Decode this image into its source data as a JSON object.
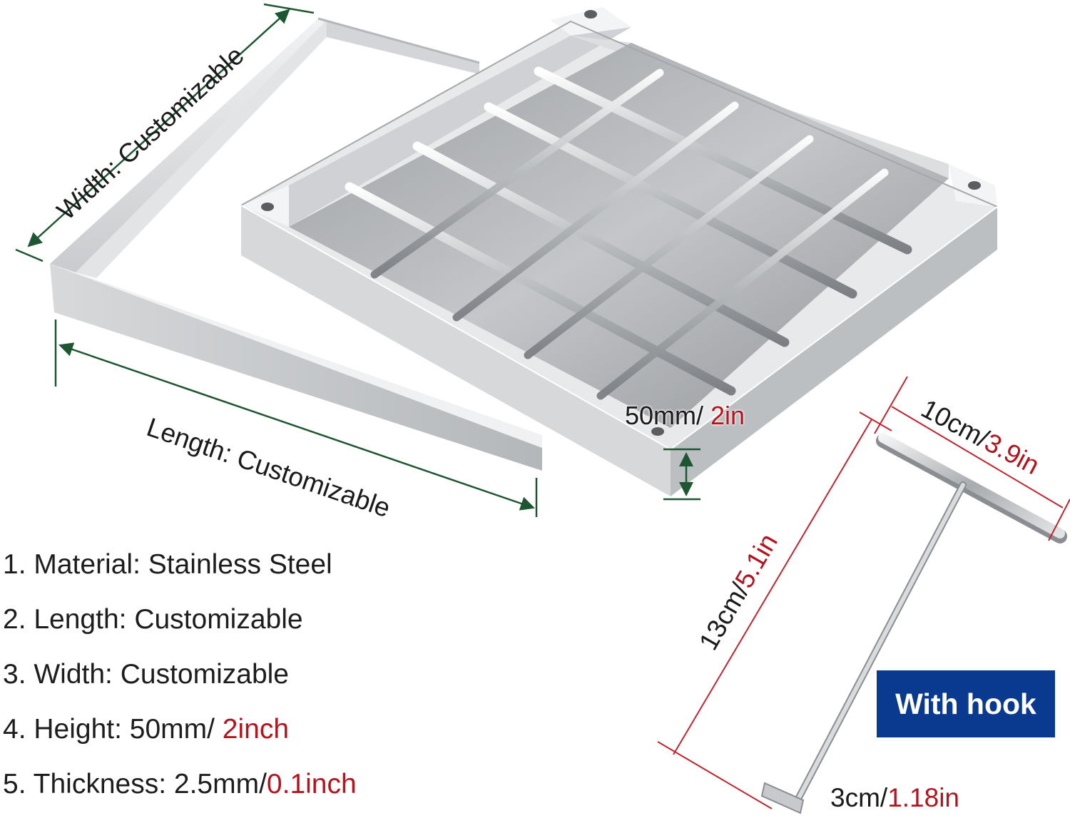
{
  "dimensions": {
    "width_label": "Width: Customizable",
    "length_label": "Length: Customizable",
    "height_label": {
      "metric": "50mm/ ",
      "imperial": "2in"
    },
    "handle_width": {
      "metric": "10cm/",
      "imperial": "3.9in"
    },
    "handle_length": {
      "metric": "13cm/",
      "imperial": "5.1in"
    },
    "hook_size": {
      "metric": "3cm/",
      "imperial": "1.18in"
    }
  },
  "specs": [
    {
      "text": "1. Material: Stainless Steel",
      "accent": ""
    },
    {
      "text": "2. Length: Customizable",
      "accent": ""
    },
    {
      "text": "3. Width: Customizable",
      "accent": ""
    },
    {
      "text": "4. Height: 50mm/ ",
      "accent": "2inch"
    },
    {
      "text": "5. Thickness: 2.5mm/",
      "accent": "0.1inch"
    }
  ],
  "badge": {
    "label": "With hook"
  },
  "colors": {
    "accent_red": "#b5141e",
    "dimension_green": "#1e5631",
    "badge_blue": "#0a3a8f",
    "steel_light": "#e9eaec",
    "steel_mid": "#c3c5c8",
    "steel_dark": "#8d9094"
  }
}
